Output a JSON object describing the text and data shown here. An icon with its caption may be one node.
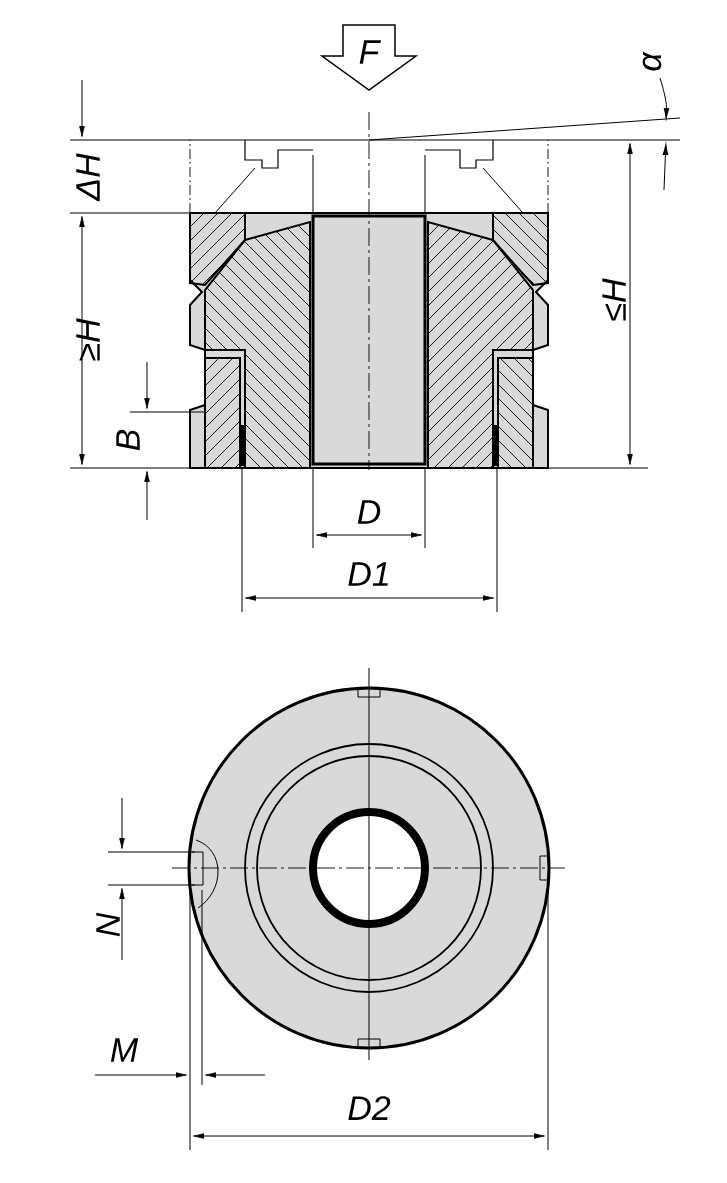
{
  "diagram": {
    "labels": [
      "F",
      "α",
      "ΔH",
      "≥H",
      "≤H",
      "B",
      "D",
      "D1",
      "N",
      "M",
      "D2"
    ]
  }
}
